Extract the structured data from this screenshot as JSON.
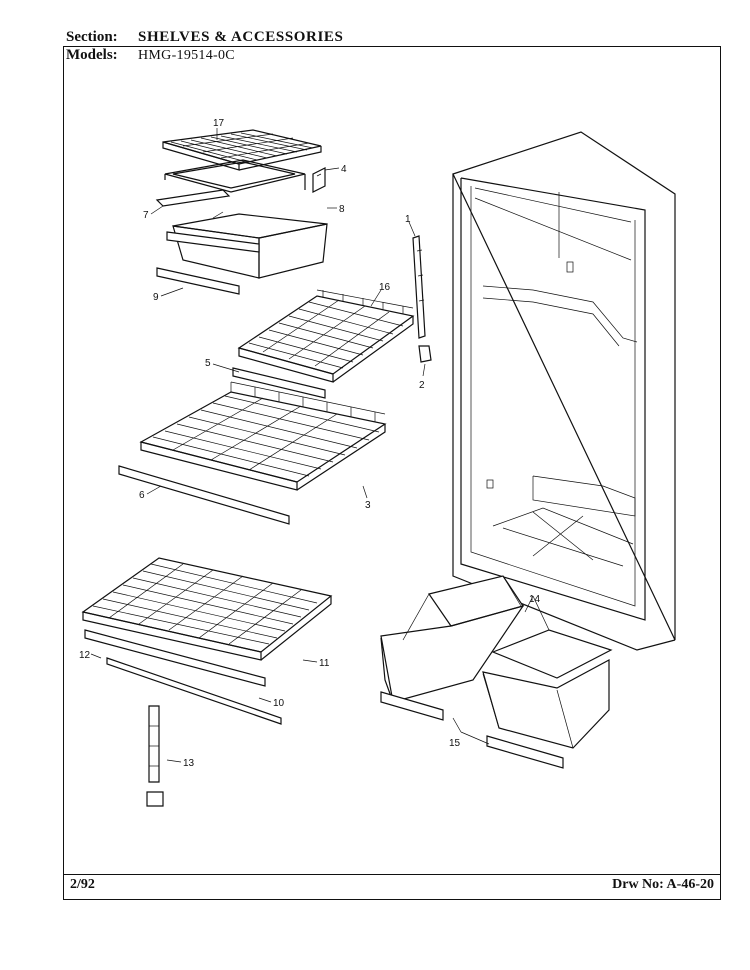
{
  "header": {
    "section_label": "Section:",
    "section_value": "SHELVES & ACCESSORIES",
    "models_label": "Models:",
    "models_value": "HMG-19514-0C"
  },
  "footer": {
    "date": "2/92",
    "drawing_number": "Drw No: A-46-20"
  },
  "callouts": [
    "17",
    "4",
    "7",
    "8",
    "9",
    "1",
    "16",
    "5",
    "2",
    "6",
    "3",
    "14",
    "12",
    "11",
    "10",
    "13",
    "15"
  ]
}
